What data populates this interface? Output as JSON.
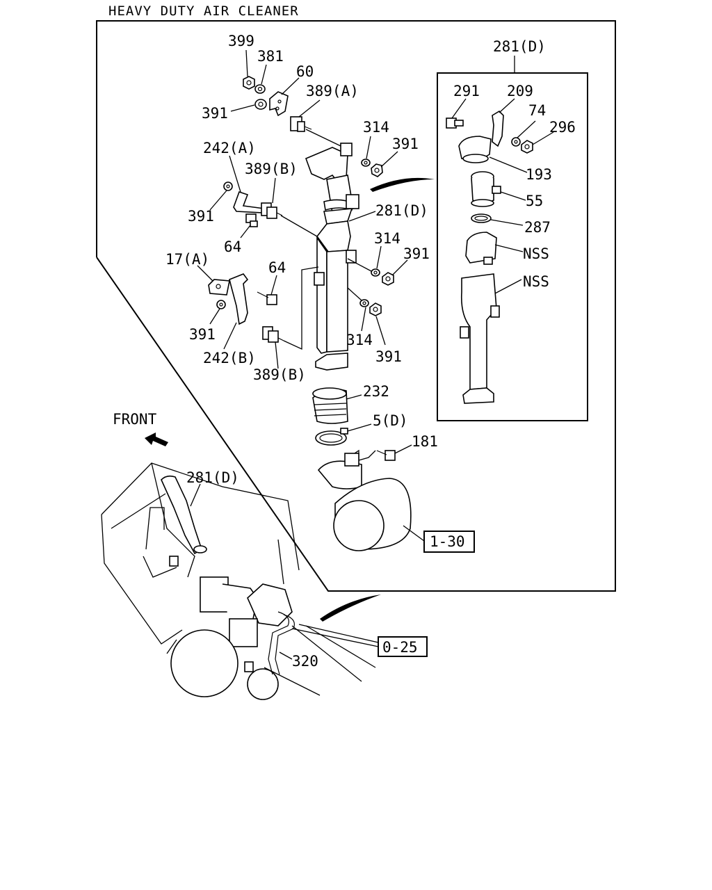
{
  "title": "HEAVY DUTY AIR CLEANER",
  "front_label": "FRONT",
  "callouts": {
    "c399": "399",
    "c381": "381",
    "c60": "60",
    "c389a": "389(A)",
    "c391_top": "391",
    "c314_top": "314",
    "c391_top_right": "391",
    "c242a": "242(A)",
    "c389b_top": "389(B)",
    "c391_left_top": "391",
    "c281d_main": "281(D)",
    "c64_top": "64",
    "c314_mid": "314",
    "c391_mid_right": "391",
    "c17a": "17(A)",
    "c64_mid": "64",
    "c391_left_bottom": "391",
    "c242b": "242(B)",
    "c389b_bottom": "389(B)",
    "c314_bottom": "314",
    "c391_bottom": "391",
    "c232": "232",
    "c5d": "5(D)",
    "c181": "181",
    "c281d_vehicle": "281(D)",
    "c320": "320"
  },
  "inset": {
    "label": "281(D)",
    "callouts": {
      "c291": "291",
      "c209": "209",
      "c74": "74",
      "c296": "296",
      "c193": "193",
      "c55": "55",
      "c287": "287",
      "c_nss_1": "NSS",
      "c_nss_2": "NSS"
    }
  },
  "references": {
    "ref_1_30": "1-30",
    "ref_0_25": "0-25"
  },
  "icons": {
    "front_arrow": "arrow-up-left-icon"
  }
}
